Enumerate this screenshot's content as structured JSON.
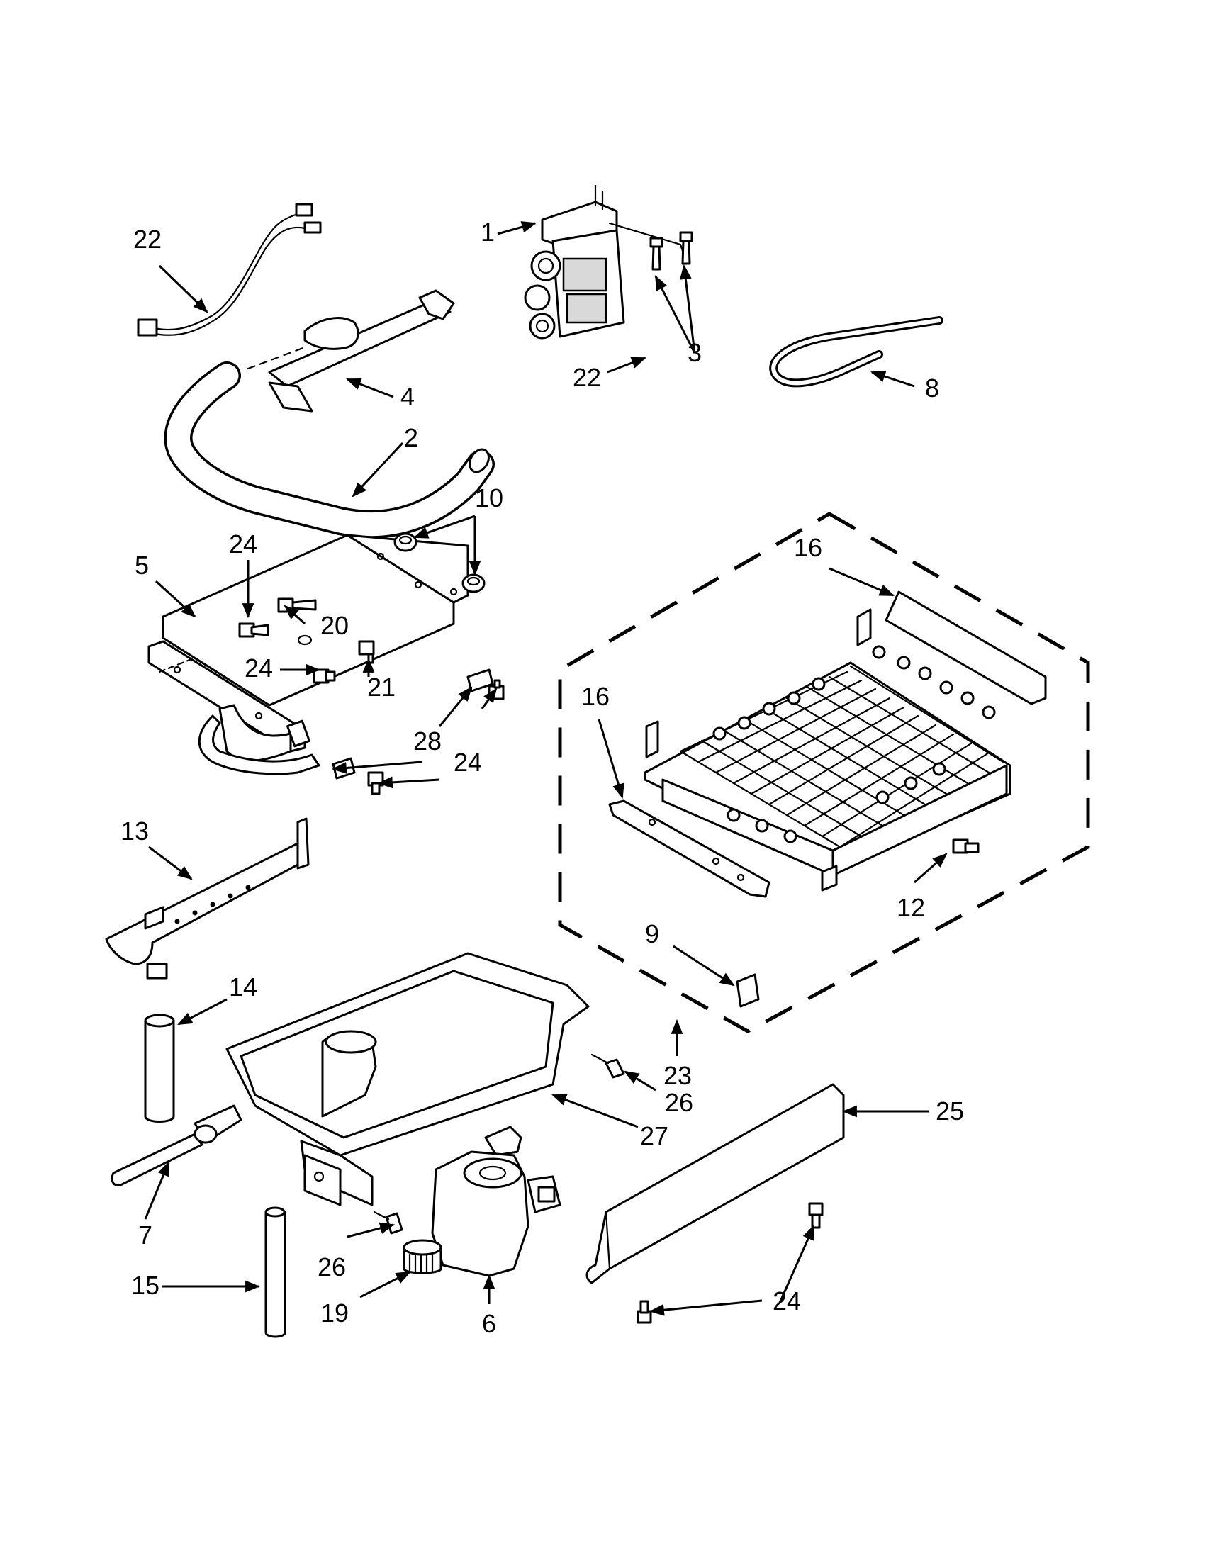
{
  "diagram": {
    "callouts": [
      {
        "id": "c1",
        "label": "1"
      },
      {
        "id": "c2",
        "label": "2"
      },
      {
        "id": "c3",
        "label": "3"
      },
      {
        "id": "c4",
        "label": "4"
      },
      {
        "id": "c5",
        "label": "5"
      },
      {
        "id": "c6",
        "label": "6"
      },
      {
        "id": "c7",
        "label": "7"
      },
      {
        "id": "c8",
        "label": "8"
      },
      {
        "id": "c9",
        "label": "9"
      },
      {
        "id": "c10",
        "label": "10"
      },
      {
        "id": "c12",
        "label": "12"
      },
      {
        "id": "c13",
        "label": "13"
      },
      {
        "id": "c14",
        "label": "14"
      },
      {
        "id": "c15",
        "label": "15"
      },
      {
        "id": "c16a",
        "label": "16"
      },
      {
        "id": "c16b",
        "label": "16"
      },
      {
        "id": "c19",
        "label": "19"
      },
      {
        "id": "c20",
        "label": "20"
      },
      {
        "id": "c21",
        "label": "21"
      },
      {
        "id": "c22a",
        "label": "22"
      },
      {
        "id": "c22b",
        "label": "22"
      },
      {
        "id": "c23",
        "label": "23"
      },
      {
        "id": "c24a",
        "label": "24"
      },
      {
        "id": "c24b",
        "label": "24"
      },
      {
        "id": "c24c",
        "label": "24"
      },
      {
        "id": "c24d",
        "label": "24"
      },
      {
        "id": "c25",
        "label": "25"
      },
      {
        "id": "c26a",
        "label": "26"
      },
      {
        "id": "c26b",
        "label": "26"
      },
      {
        "id": "c27",
        "label": "27"
      },
      {
        "id": "c28",
        "label": "28"
      }
    ]
  }
}
